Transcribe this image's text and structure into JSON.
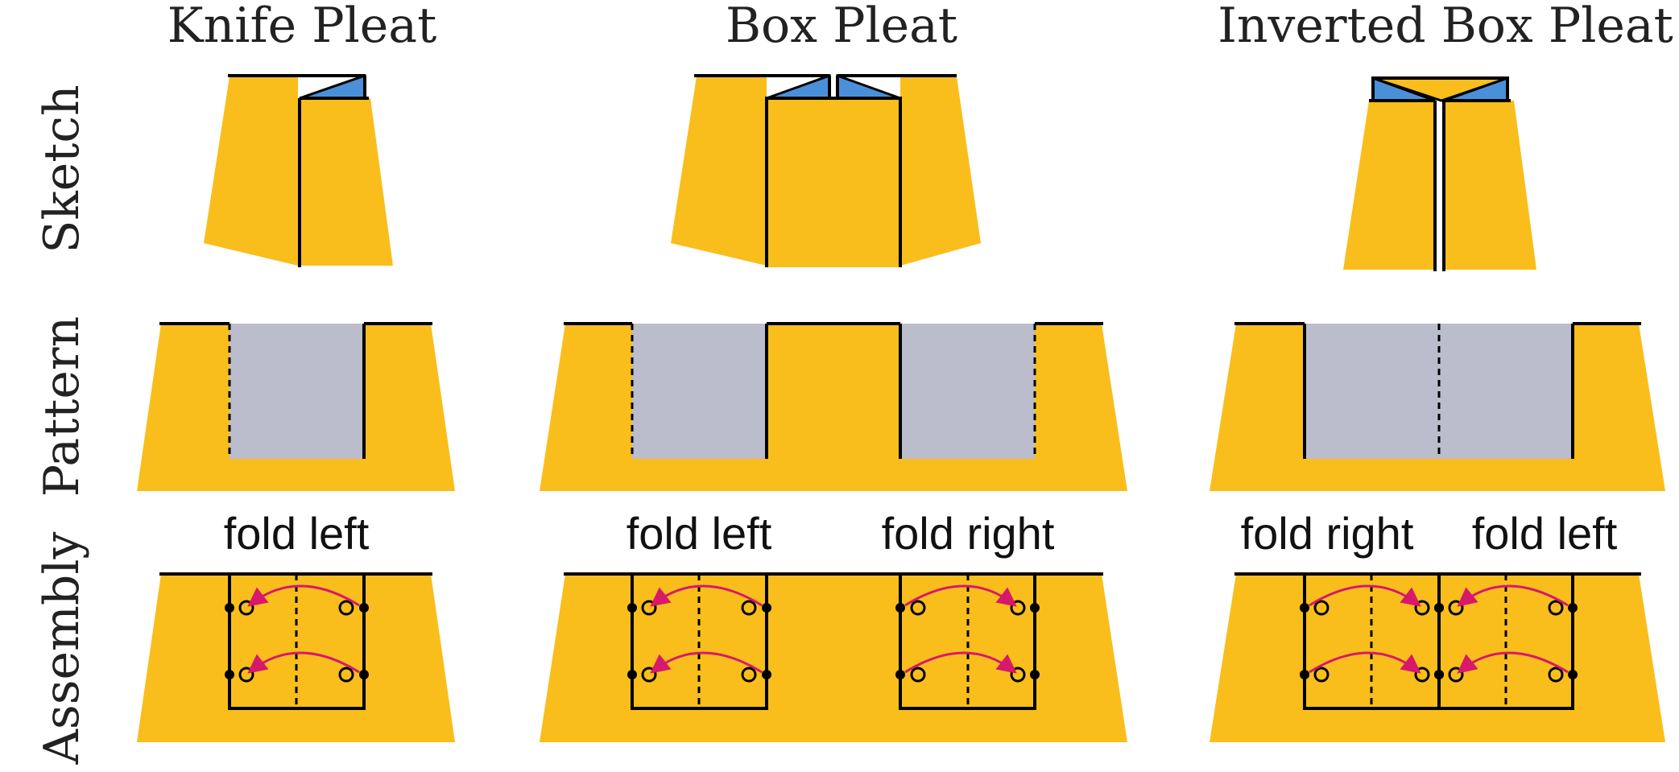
{
  "columns": [
    {
      "title": "Knife Pleat",
      "assembly_labels": [
        "fold left"
      ]
    },
    {
      "title": "Box Pleat",
      "assembly_labels": [
        "fold left",
        "fold right"
      ]
    },
    {
      "title": "Inverted Box Pleat",
      "assembly_labels": [
        "fold right",
        "fold left"
      ]
    }
  ],
  "rows": [
    "Sketch",
    "Pattern",
    "Assembly"
  ],
  "colors": {
    "fabric": "#F9BE1B",
    "fold_under": "#4A90D9",
    "pleat_region": "#BBBDCD",
    "line": "#000000",
    "arrow": "#D8186A"
  }
}
